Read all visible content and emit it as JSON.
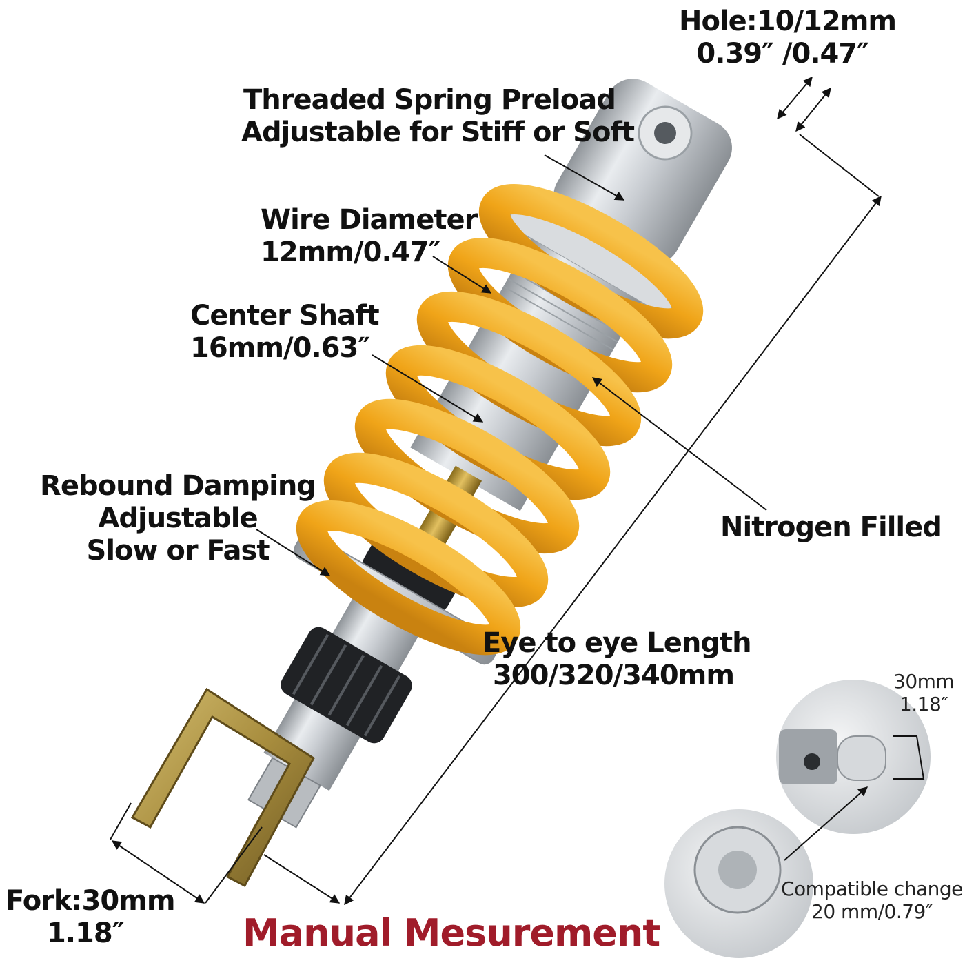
{
  "labels": {
    "hole": {
      "line1": "Hole:10/12mm",
      "line2": "0.39″ /0.47″"
    },
    "preload": {
      "line1": "Threaded Spring Preload",
      "line2": "Adjustable for Stiff or Soft"
    },
    "wire": {
      "line1": "Wire Diameter",
      "line2": "12mm/0.47″"
    },
    "shaft": {
      "line1": "Center Shaft",
      "line2": "16mm/0.63″"
    },
    "rebound": {
      "line1": "Rebound Damping",
      "line2": "Adjustable",
      "line3": "Slow or Fast"
    },
    "nitrogen": "Nitrogen Filled",
    "eye": {
      "line1": "Eye to eye Length",
      "line2": "300/320/340mm"
    },
    "fork": {
      "line1": "Fork:30mm",
      "line2": "1.18″"
    },
    "inset": {
      "mount_width": {
        "line1": "30mm",
        "line2": "1.18″"
      },
      "bushing": {
        "line1": "Compatible change",
        "line2": "20 mm/0.79″"
      }
    }
  },
  "footer": "Manual Mesurement",
  "colors": {
    "spring": "#f2a81a",
    "spring_shadow": "#c98210",
    "aluminum": "#cfd3d7",
    "bracket": "#b49a4a",
    "footer_text": "#a01c2a"
  }
}
